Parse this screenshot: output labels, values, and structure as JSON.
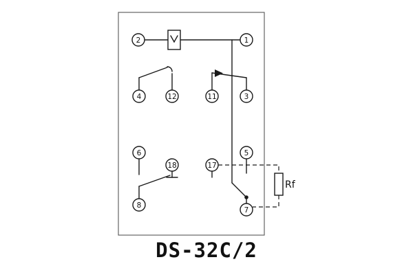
{
  "title": "DS-32C/2",
  "resistor": {
    "label": "Rf"
  },
  "terminals": {
    "t1": "1",
    "t2": "2",
    "t3": "3",
    "t4": "4",
    "t5": "5",
    "t6": "6",
    "t7": "7",
    "t8": "8",
    "t11": "11",
    "t12": "12",
    "t17": "17",
    "t18": "18"
  }
}
